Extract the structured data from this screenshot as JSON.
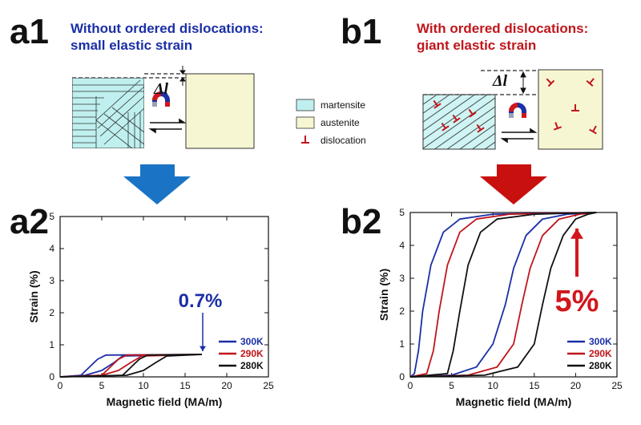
{
  "panel_a1": {
    "letter": "a1",
    "title_line1": "Without ordered dislocations:",
    "title_line2": "small elastic strain",
    "title_color": "#1b2fa6",
    "delta_label": "Δl"
  },
  "panel_b1": {
    "letter": "b1",
    "title_line1": "With ordered dislocations:",
    "title_line2": "giant elastic strain",
    "title_color": "#c0161c",
    "delta_label": "Δl"
  },
  "legend": {
    "items": [
      {
        "label": "martensite",
        "color": "#bff0ef"
      },
      {
        "label": "austenite",
        "color": "#f7f6d2"
      },
      {
        "label": "dislocation",
        "symbol": "⊥",
        "color": "#c0161c"
      }
    ]
  },
  "icons": {
    "magnet": "magnet-icon",
    "transform_arrow": "bidirectional-arrow-icon",
    "down_arrow_blue": "down-arrow-icon",
    "down_arrow_red": "down-arrow-icon"
  },
  "chart_data": [
    {
      "panel": "a2",
      "type": "line",
      "xlabel": "Magnetic field (MA/m)",
      "ylabel": "Strain (%)",
      "xlim": [
        0,
        25
      ],
      "ylim": [
        0,
        5
      ],
      "xticks": [
        "0",
        "5",
        "10",
        "15",
        "20",
        "25"
      ],
      "yticks": [
        "0",
        "1",
        "2",
        "3",
        "4",
        "5"
      ],
      "annotation": "0.7%",
      "annotation_color": "#1b2fa6",
      "legend_position": "bottom-right",
      "series": [
        {
          "name": "300K",
          "color": "#1b2fa6",
          "loading": [
            [
              0,
              0
            ],
            [
              3,
              0.05
            ],
            [
              5,
              0.2
            ],
            [
              6.5,
              0.45
            ],
            [
              7.5,
              0.65
            ],
            [
              17,
              0.7
            ]
          ],
          "unloading": [
            [
              17,
              0.7
            ],
            [
              5.5,
              0.68
            ],
            [
              4.5,
              0.55
            ],
            [
              3.5,
              0.3
            ],
            [
              2.5,
              0.05
            ],
            [
              0,
              0
            ]
          ]
        },
        {
          "name": "290K",
          "color": "#c0161c",
          "loading": [
            [
              0,
              0
            ],
            [
              5,
              0.05
            ],
            [
              7,
              0.2
            ],
            [
              8.5,
              0.45
            ],
            [
              9.8,
              0.65
            ],
            [
              17,
              0.7
            ]
          ],
          "unloading": [
            [
              17,
              0.7
            ],
            [
              8,
              0.68
            ],
            [
              7,
              0.55
            ],
            [
              6,
              0.3
            ],
            [
              5,
              0.05
            ],
            [
              0,
              0
            ]
          ]
        },
        {
          "name": "280K",
          "color": "#111111",
          "loading": [
            [
              0,
              0
            ],
            [
              8,
              0.05
            ],
            [
              10,
              0.2
            ],
            [
              11.5,
              0.45
            ],
            [
              12.8,
              0.65
            ],
            [
              17,
              0.7
            ]
          ],
          "unloading": [
            [
              17,
              0.7
            ],
            [
              10.5,
              0.68
            ],
            [
              9.5,
              0.55
            ],
            [
              8.5,
              0.3
            ],
            [
              7.5,
              0.05
            ],
            [
              0,
              0
            ]
          ]
        }
      ]
    },
    {
      "panel": "b2",
      "type": "line",
      "xlabel": "Magnetic field (MA/m)",
      "ylabel": "Strain (%)",
      "xlim": [
        0,
        25
      ],
      "ylim": [
        0,
        5
      ],
      "xticks": [
        "0",
        "5",
        "10",
        "15",
        "20",
        "25"
      ],
      "yticks": [
        "0",
        "1",
        "2",
        "3",
        "4",
        "5"
      ],
      "annotation": "5%",
      "annotation_color": "#d1161c",
      "legend_position": "bottom-right",
      "series": [
        {
          "name": "300K",
          "color": "#1b2fa6",
          "loading": [
            [
              0,
              0
            ],
            [
              5,
              0.05
            ],
            [
              8,
              0.3
            ],
            [
              10,
              1.0
            ],
            [
              11.5,
              2.2
            ],
            [
              12.5,
              3.3
            ],
            [
              14,
              4.3
            ],
            [
              16,
              4.8
            ],
            [
              19,
              4.95
            ],
            [
              22.5,
              5.0
            ]
          ],
          "unloading": [
            [
              22.5,
              5.0
            ],
            [
              10,
              4.95
            ],
            [
              6,
              4.8
            ],
            [
              4,
              4.4
            ],
            [
              2.5,
              3.4
            ],
            [
              1.5,
              2.0
            ],
            [
              1,
              0.8
            ],
            [
              0.5,
              0.1
            ],
            [
              0,
              0
            ]
          ]
        },
        {
          "name": "290K",
          "color": "#c0161c",
          "loading": [
            [
              0,
              0
            ],
            [
              7,
              0.05
            ],
            [
              10.5,
              0.3
            ],
            [
              12.5,
              1.0
            ],
            [
              13.5,
              2.2
            ],
            [
              14.5,
              3.3
            ],
            [
              16,
              4.3
            ],
            [
              18,
              4.8
            ],
            [
              20.5,
              4.95
            ],
            [
              22.5,
              5.0
            ]
          ],
          "unloading": [
            [
              22.5,
              5.0
            ],
            [
              12,
              4.95
            ],
            [
              8,
              4.8
            ],
            [
              6,
              4.4
            ],
            [
              4.5,
              3.4
            ],
            [
              3.5,
              2.0
            ],
            [
              2.8,
              0.8
            ],
            [
              2,
              0.1
            ],
            [
              0,
              0
            ]
          ]
        },
        {
          "name": "280K",
          "color": "#111111",
          "loading": [
            [
              0,
              0
            ],
            [
              9,
              0.05
            ],
            [
              13,
              0.3
            ],
            [
              15,
              1.0
            ],
            [
              16,
              2.2
            ],
            [
              17,
              3.3
            ],
            [
              18.5,
              4.3
            ],
            [
              20,
              4.8
            ],
            [
              21.5,
              4.95
            ],
            [
              22.5,
              5.0
            ]
          ],
          "unloading": [
            [
              22.5,
              5.0
            ],
            [
              15,
              4.95
            ],
            [
              10.5,
              4.8
            ],
            [
              8.5,
              4.4
            ],
            [
              7,
              3.4
            ],
            [
              6,
              2.0
            ],
            [
              5.2,
              0.8
            ],
            [
              4.5,
              0.1
            ],
            [
              0,
              0
            ]
          ]
        }
      ]
    }
  ]
}
